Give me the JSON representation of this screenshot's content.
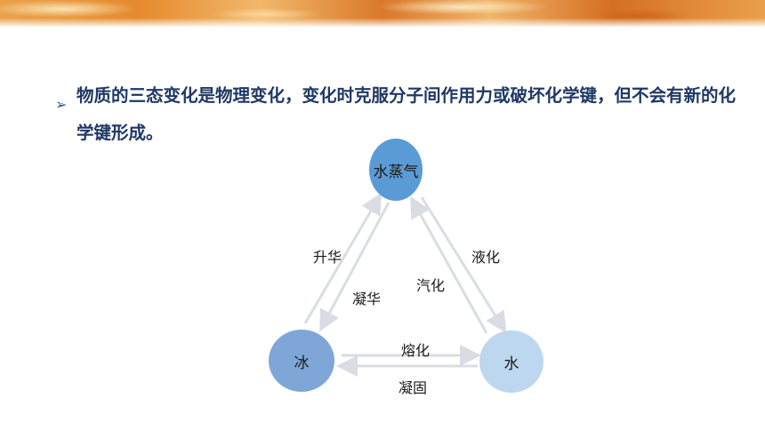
{
  "bullet": {
    "marker": "➢",
    "text": "物质的三态变化是物理变化，变化时克服分子间作用力或破坏化学键，但不会有新的化学键形成。"
  },
  "diagram": {
    "nodes": {
      "vapor": "水蒸气",
      "ice": "冰",
      "water": "水"
    },
    "edges": {
      "sublimation": "升华",
      "deposition": "凝华",
      "vaporization": "汽化",
      "liquefaction": "液化",
      "melting": "熔化",
      "freezing": "凝固"
    },
    "colors": {
      "vapor": "#5b9bd5",
      "ice": "#7ea7d8",
      "water": "#bdd7ee",
      "text": "#1f3864",
      "arrow": "#d9dde3"
    }
  }
}
